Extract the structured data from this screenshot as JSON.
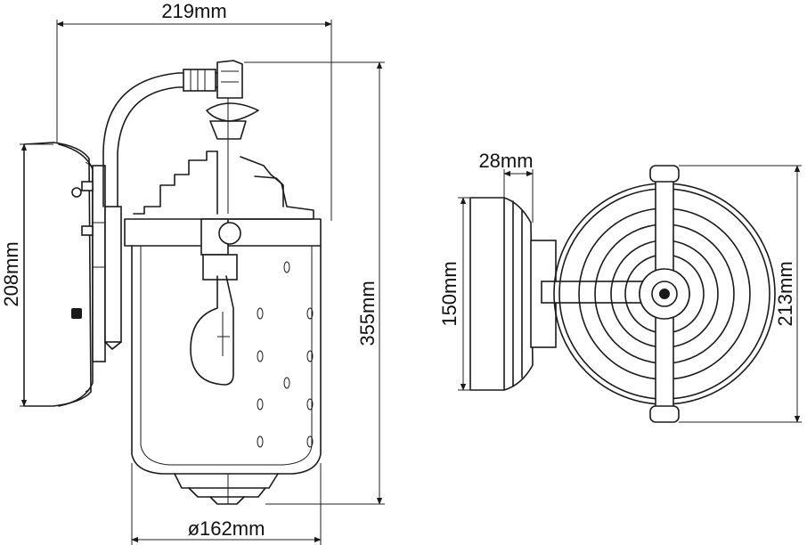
{
  "dimensions": {
    "width_top": "219mm",
    "backplate_height": "208mm",
    "total_height": "355mm",
    "diameter": "ø162mm",
    "depth": "28mm",
    "side_plate_height": "150mm",
    "top_view_height": "213mm"
  }
}
